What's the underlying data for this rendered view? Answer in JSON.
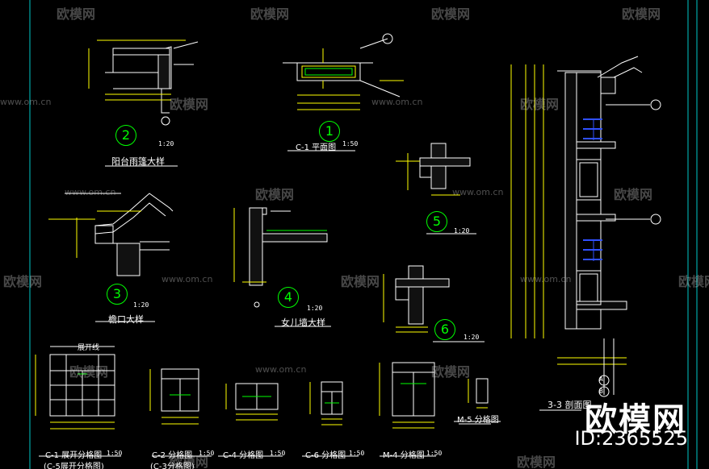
{
  "watermark": {
    "brand": "欧模网",
    "url": "www.om.cn"
  },
  "brand_block": {
    "logo_text": "欧模网",
    "id_text": "ID:2365525"
  },
  "details": [
    {
      "number": "2",
      "title": "阳台雨篷大样",
      "scale": "1:20"
    },
    {
      "number": "1",
      "title": "C-1  平面图",
      "scale": "1:50"
    },
    {
      "number": "5",
      "title": "",
      "scale": "1:20"
    },
    {
      "number": "3",
      "title": "檐口大样",
      "scale": "1:20"
    },
    {
      "number": "4",
      "title": "女儿墙大样",
      "scale": "1:20"
    },
    {
      "number": "6",
      "title": "",
      "scale": "1:20"
    }
  ],
  "section": {
    "title": "3-3  剖面图"
  },
  "window_schedule": [
    {
      "title": "C-1  展开分格图",
      "subtitle": "(C-5展开分格图)",
      "scale": "1:50"
    },
    {
      "title": "C-2  分格图",
      "subtitle": "(C-3分格图)",
      "scale": "1:50"
    },
    {
      "title": "C-4  分格图",
      "subtitle": "",
      "scale": "1:50"
    },
    {
      "title": "C-6  分格图",
      "subtitle": "",
      "scale": "1:50"
    },
    {
      "title": "M-4  分格图",
      "subtitle": "",
      "scale": "1:50"
    },
    {
      "title": "M-5  分格图",
      "subtitle": "",
      "scale": ""
    }
  ],
  "labels": {
    "unfold_line": "展开线",
    "axis_a": "A",
    "axis_b": "B"
  },
  "colors": {
    "background": "#000000",
    "frame": "#00c8c8",
    "linework": "#ffffff",
    "dimension": "#ffff00",
    "circle_number": "#00ff00",
    "accent_blue": "#3050ff"
  }
}
